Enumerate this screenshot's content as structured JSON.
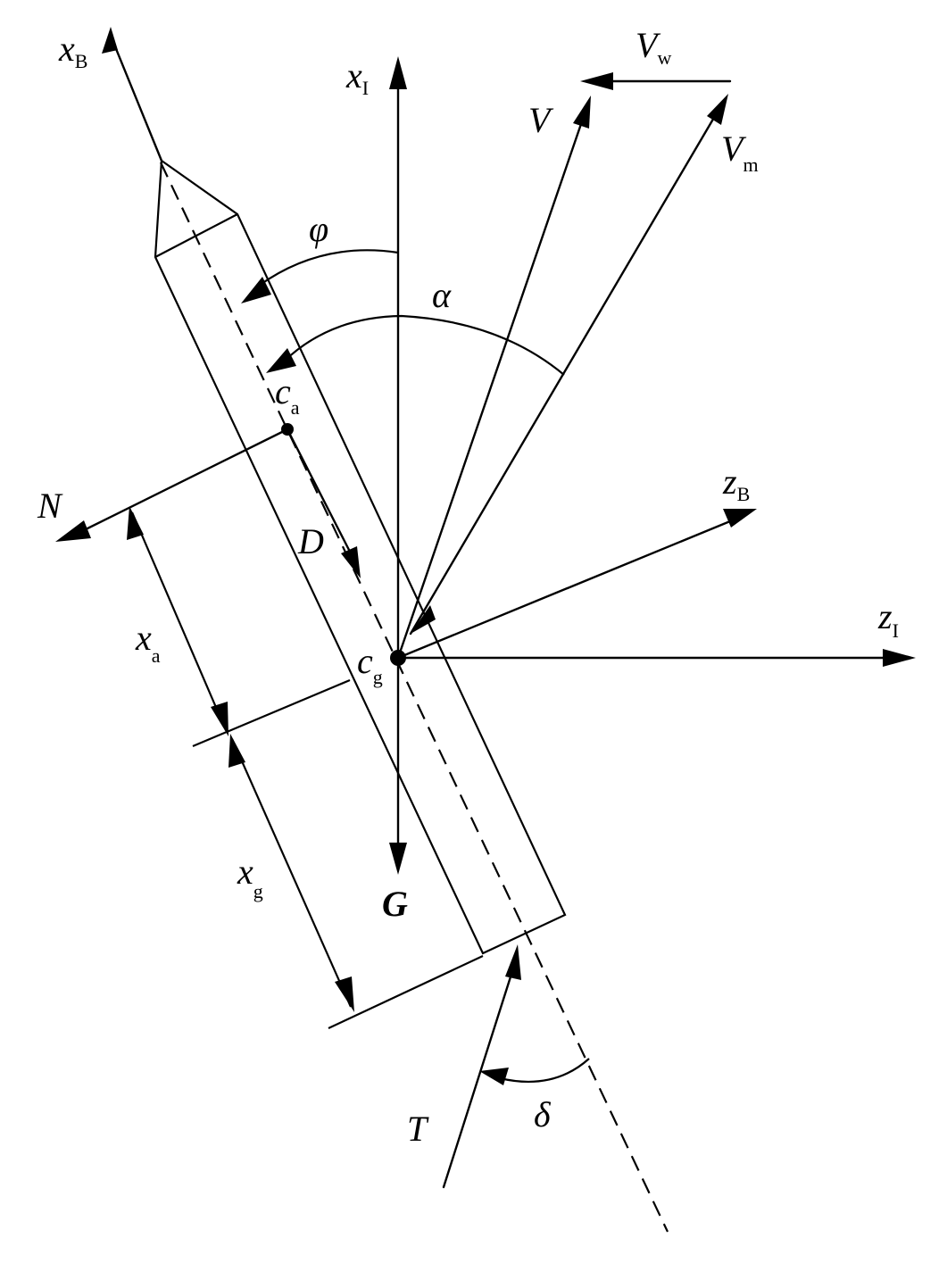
{
  "labels": {
    "xB": {
      "main": "x",
      "sub": "B"
    },
    "xI": {
      "main": "x",
      "sub": "I"
    },
    "Vw": {
      "main": "V",
      "sub": "w"
    },
    "V": {
      "main": "V"
    },
    "Vm": {
      "main": "V",
      "sub": "m"
    },
    "phi": {
      "main": "φ"
    },
    "alpha": {
      "main": "α"
    },
    "ca": {
      "main": "c",
      "sub": "a"
    },
    "zB": {
      "main": "z",
      "sub": "B"
    },
    "zI": {
      "main": "z",
      "sub": "I"
    },
    "N": {
      "main": "N"
    },
    "D": {
      "main": "D"
    },
    "xa": {
      "main": "x",
      "sub": "a"
    },
    "cg": {
      "main": "c",
      "sub": "g"
    },
    "xg": {
      "main": "x",
      "sub": "g"
    },
    "G": {
      "main": "G"
    },
    "T": {
      "main": "T"
    },
    "delta": {
      "main": "δ"
    }
  }
}
